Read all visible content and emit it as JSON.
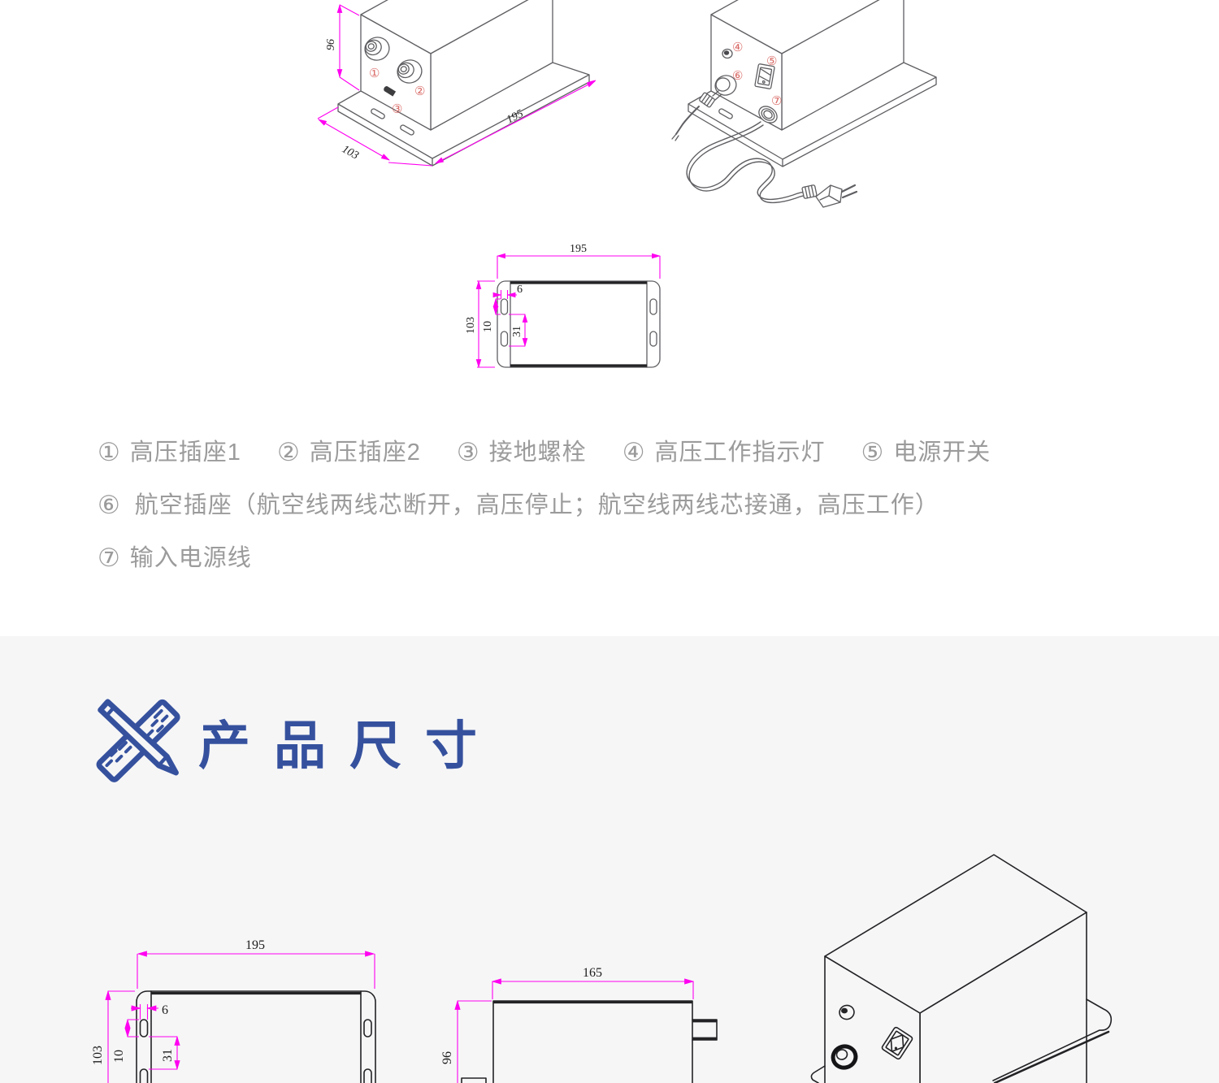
{
  "colors": {
    "accent_blue": "#35519e",
    "section_background": "#f6f6f7",
    "dimension_magenta": "#ff00f0",
    "callout_red": "#d96a66",
    "legend_text_gray": "#9b9b9b",
    "drawing_line_gray": "#5f5f63",
    "drawing_line_black": "#232326"
  },
  "section": {
    "title": "产品尺寸"
  },
  "legend": {
    "row1": [
      {
        "num": "①",
        "label": "高压插座1"
      },
      {
        "num": "②",
        "label": "高压插座2"
      },
      {
        "num": "③",
        "label": "接地螺栓"
      },
      {
        "num": "④",
        "label": "高压工作指示灯"
      },
      {
        "num": "⑤",
        "label": "电源开关"
      }
    ],
    "row2": {
      "num": "⑥",
      "label": "航空插座（航空线两线芯断开，高压停止；航空线两线芯接通，高压工作）"
    },
    "row3": {
      "num": "⑦",
      "label": "输入电源线"
    }
  },
  "drawings": {
    "iso_front": {
      "height": "96",
      "width": "103",
      "length": "195",
      "c1": "①",
      "c2": "②",
      "c3": "③"
    },
    "iso_back": {
      "c4": "④",
      "c5": "⑤",
      "c6": "⑥",
      "c7": "⑦"
    },
    "top_view": {
      "length": "195",
      "width": "103",
      "d6": "6",
      "d10": "10",
      "d31": "31"
    },
    "top_view_large": {
      "length": "195",
      "width": "103",
      "d6": "6",
      "d10": "10",
      "d31": "31"
    },
    "side_view": {
      "length": "165",
      "height": "96"
    }
  }
}
